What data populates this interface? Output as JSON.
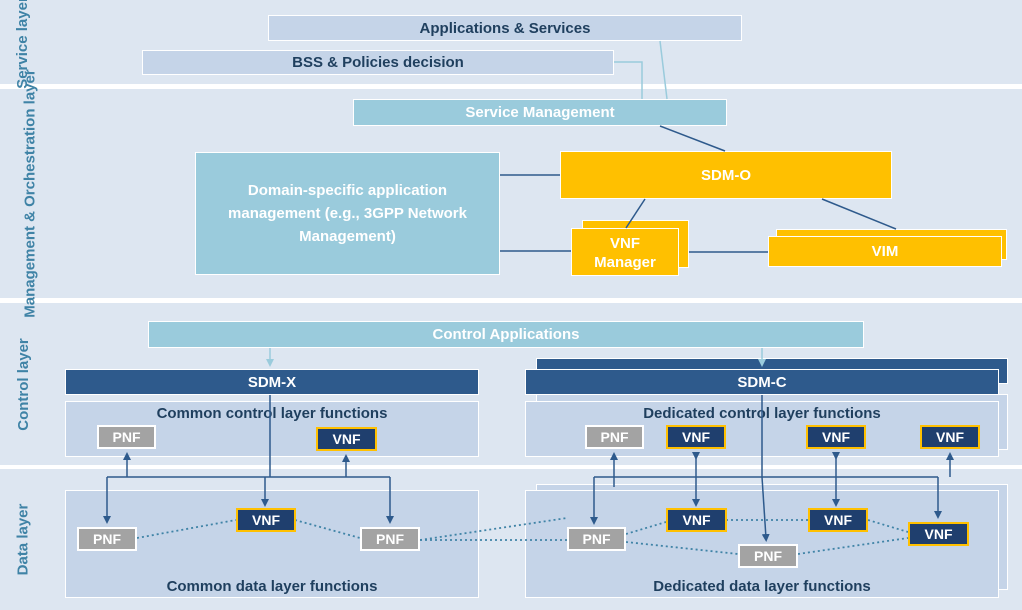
{
  "layers": {
    "service": "Service\nlayer",
    "management": "Management &\nOrchestration\nlayer",
    "control": "Control\nlayer",
    "data": "Data\nlayer"
  },
  "service_layer": {
    "applications": "Applications & Services",
    "bss": "BSS & Policies decision"
  },
  "management_layer": {
    "service_management": "Service Management",
    "domain_app_mgmt": "Domain-specific application management (e.g., 3GPP Network Management)",
    "sdm_o": "SDM-O",
    "vnf_manager": "VNF Manager",
    "vim": "VIM"
  },
  "control_layer": {
    "control_apps": "Control Applications",
    "sdm_x": "SDM-X",
    "sdm_c": "SDM-C",
    "common_title": "Common control layer functions",
    "dedicated_title": "Dedicated control layer functions",
    "common_pnf": "PNF",
    "common_vnf": "VNF",
    "dedicated_pnf": "PNF",
    "dedicated_vnf_1": "VNF",
    "dedicated_vnf_2": "VNF",
    "dedicated_vnf_3": "VNF"
  },
  "data_layer": {
    "common_title": "Common data layer functions",
    "dedicated_title": "Dedicated data layer functions",
    "common_pnf_left": "PNF",
    "common_vnf": "VNF",
    "common_pnf_right": "PNF",
    "dedicated_pnf_left": "PNF",
    "dedicated_vnf_1": "VNF",
    "dedicated_vnf_2": "VNF",
    "dedicated_vnf_3": "VNF",
    "dedicated_pnf_bottom": "PNF"
  },
  "colors": {
    "band": "#dde6f1",
    "label": "#3f83a6",
    "navy": "#2e5a8c",
    "gold": "#ffc000",
    "teal": "#9acbdc",
    "pnf": "#a3a3a3",
    "vnf": "#1f3f6e"
  }
}
